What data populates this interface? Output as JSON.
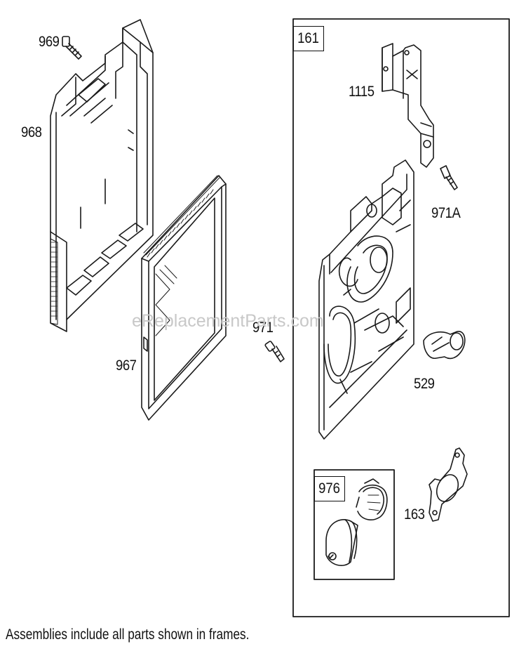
{
  "callouts": {
    "p969": "969",
    "p968": "968",
    "p967": "967",
    "p971": "971",
    "p1115": "1115",
    "p971a": "971A",
    "p529": "529",
    "p163": "163"
  },
  "frames": {
    "main": "161",
    "inner": "976"
  },
  "watermark": "eReplacementParts.com",
  "footnote": "Assemblies include all parts shown in frames.",
  "colors": {
    "line": "#1a1a1a",
    "watermark": "#c8c8c8",
    "background": "#ffffff"
  }
}
